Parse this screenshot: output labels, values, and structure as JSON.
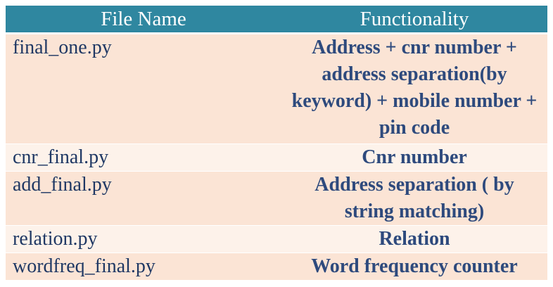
{
  "table": {
    "headers": [
      "File Name",
      "Functionality"
    ],
    "rows": [
      {
        "file": "final_one.py",
        "functionality": "Address + cnr number + address separation(by keyword) + mobile number + pin code"
      },
      {
        "file": "cnr_final.py",
        "functionality": "Cnr number"
      },
      {
        "file": "add_final.py",
        "functionality": "Address separation ( by string matching)"
      },
      {
        "file": "relation.py",
        "functionality": "Relation"
      },
      {
        "file": "wordfreq_final.py",
        "functionality": "Word frequency counter"
      }
    ],
    "colors": {
      "header_bg": "#2f87a0",
      "header_text": "#ffffff",
      "row_odd_bg": "#fbe4d5",
      "row_even_bg": "#fdf2ea",
      "text": "#1f3864"
    }
  }
}
